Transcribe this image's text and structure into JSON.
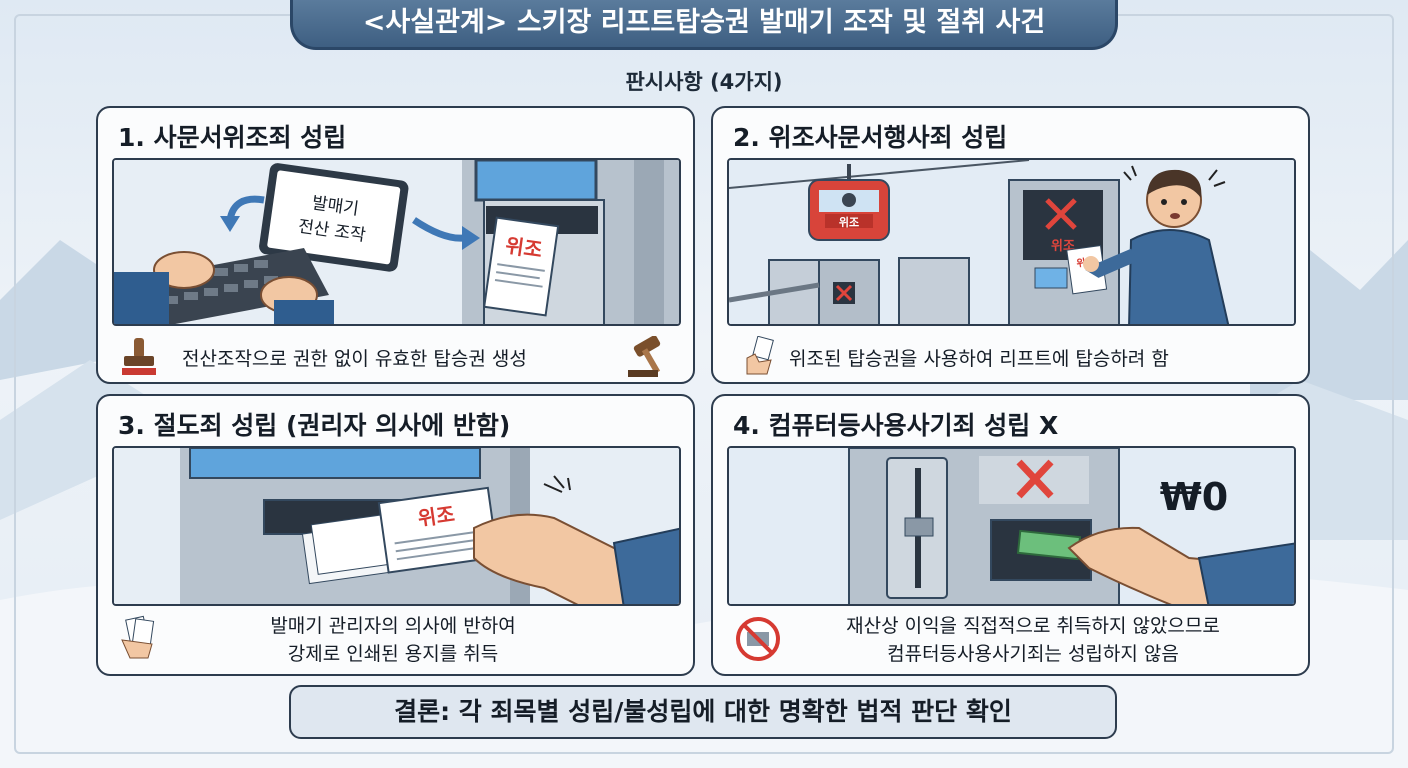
{
  "header": {
    "title": "<사실관계> 스키장 리프트탑승권 발매기 조작 및 절취 사건",
    "subtitle": "판시사항 (4가지)"
  },
  "cards": [
    {
      "title": "1. 사문서위조죄 성립",
      "tablet_text_1": "발매기",
      "tablet_text_2": "전산 조작",
      "ticket_text": "위조",
      "caption": "전산조작으로 권한 없이 유효한 탑승권 생성",
      "icons": [
        "stamp-icon",
        "gavel-icon"
      ]
    },
    {
      "title": "2. 위조사문서행사죄 성립",
      "gondola_text": "위조",
      "screen_text": "위조",
      "caption": "위조된 탑승권을 사용하여 리프트에 탑승하려 함",
      "icons": [
        "hand-ticket-icon"
      ]
    },
    {
      "title": "3. 절도죄 성립 (권리자 의사에 반함)",
      "ticket_text": "위조",
      "caption_line1": "발매기 관리자의 의사에 반하여",
      "caption_line2": "강제로 인쇄된 용지를 취득",
      "icons": [
        "hand-tickets-icon"
      ]
    },
    {
      "title": "4. 컴퓨터등사용사기죄 성립 X",
      "money_text": "₩0",
      "caption_line1": "재산상 이익을 직접적으로 취득하지 않았으므로",
      "caption_line2": "컴퓨터등사용사기죄는 성립하지 않음",
      "icons": [
        "no-money-icon"
      ]
    }
  ],
  "conclusion": "결론: 각 죄목별 성립/불성립에 대한 명확한 법적 판단 확인",
  "colors": {
    "banner": "#3e5f82",
    "card_border": "#2d3c4e",
    "fake_red": "#d63a32",
    "cross_red": "#e0453c",
    "jacket_blue": "#3d6a9a"
  }
}
